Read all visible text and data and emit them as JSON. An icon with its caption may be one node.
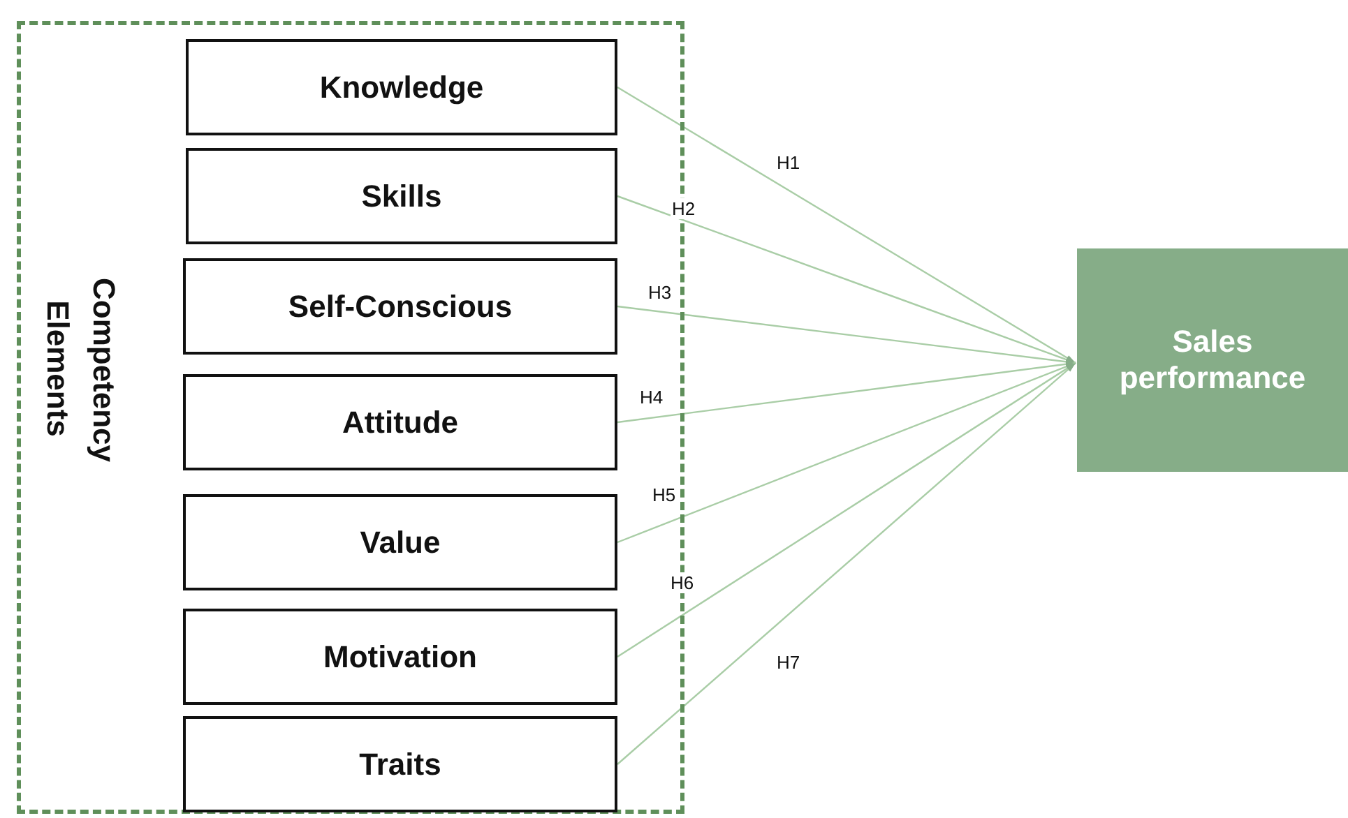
{
  "diagram": {
    "nodes": [
      {
        "text": [
          "Competency Elements"
        ]
      },
      {
        "text": [
          "Knowledge"
        ],
        "in": 0
      },
      {
        "text": [
          "Skills"
        ],
        "in": 0
      },
      {
        "text": [
          "Self-Conscious"
        ],
        "in": 0
      },
      {
        "text": [
          "Attitude"
        ],
        "in": 0
      },
      {
        "text": [
          "Value"
        ],
        "in": 0
      },
      {
        "text": [
          "Motivation"
        ],
        "in": 0
      },
      {
        "text": [
          "Traits"
        ],
        "in": 0
      },
      {
        "text": [
          "Sales performance"
        ]
      }
    ],
    "edges": [
      {
        "from": 1,
        "to": 8,
        "arrow": "to",
        "label": "H1"
      },
      {
        "from": 2,
        "to": 8,
        "arrow": "to",
        "label": "H2"
      },
      {
        "from": 3,
        "to": 8,
        "arrow": "to",
        "label": "H3"
      },
      {
        "from": 4,
        "to": 8,
        "arrow": "to",
        "label": "H4"
      },
      {
        "from": 5,
        "to": 8,
        "arrow": "to",
        "label": "H5"
      },
      {
        "from": 6,
        "to": 8,
        "arrow": "to",
        "label": "H6"
      },
      {
        "from": 7,
        "to": 8,
        "arrow": "to",
        "label": "H7"
      }
    ]
  }
}
